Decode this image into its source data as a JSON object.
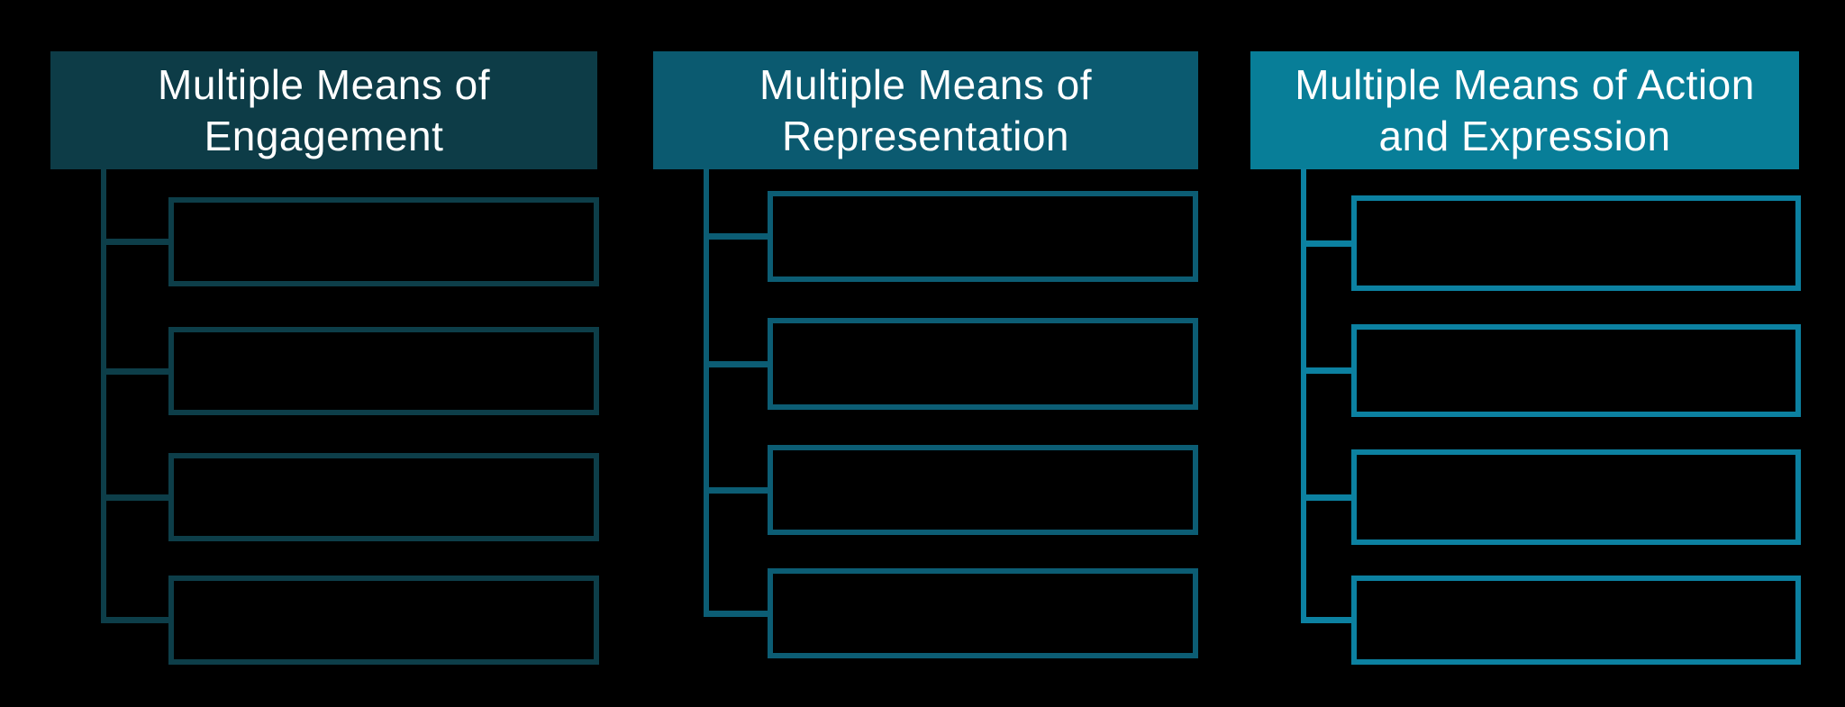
{
  "diagram": {
    "background_color": "#000000",
    "text_color": "#ffffff",
    "columns": [
      {
        "header_line1": "Multiple Means of",
        "header_line2": "Engagement",
        "theme_color": "#0d3c47",
        "border_color": "#0d3e49",
        "boxes": [
          "",
          "",
          "",
          ""
        ]
      },
      {
        "header_line1": "Multiple Means of",
        "header_line2": "Representation",
        "theme_color": "#0b5a70",
        "border_color": "#0c5d74",
        "boxes": [
          "",
          "",
          "",
          ""
        ]
      },
      {
        "header_line1": "Multiple Means of Action",
        "header_line2": "and Expression",
        "theme_color": "#087e98",
        "border_color": "#0c81a1",
        "boxes": [
          "",
          "",
          "",
          ""
        ]
      }
    ]
  }
}
